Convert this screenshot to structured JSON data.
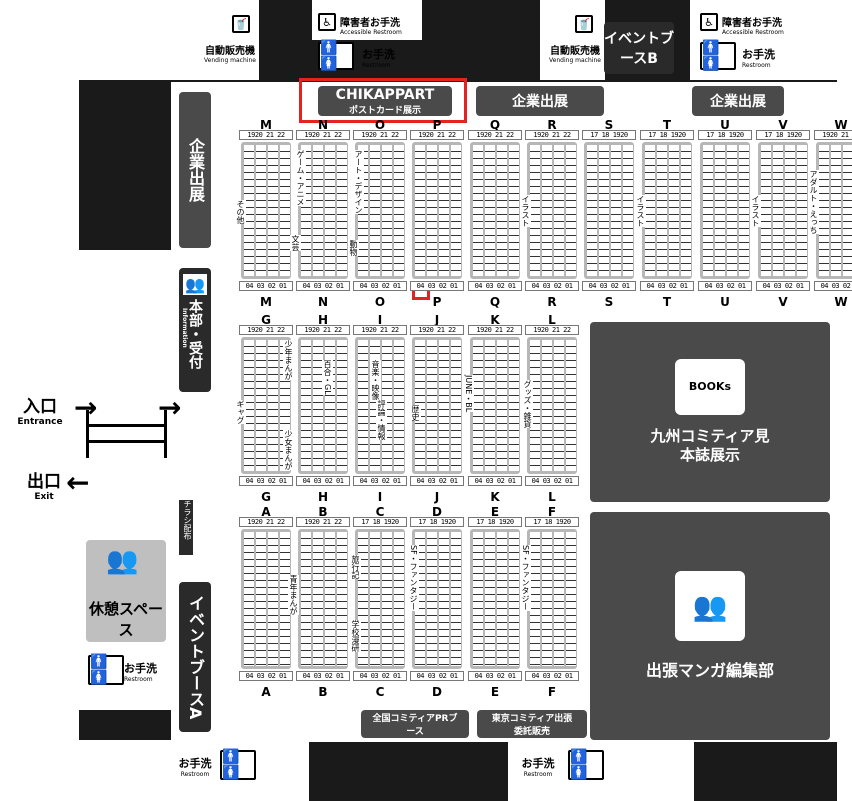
{
  "top_left": {
    "vending_label": "自動販売機",
    "vending_sub": "Vending machine",
    "accessible_label": "障害者お手洗",
    "accessible_sub": "Accessible Restroom",
    "restroom_label": "お手洗",
    "restroom_sub": "Restroom"
  },
  "top_right": {
    "vending_label": "自動販売機",
    "vending_sub": "Vending machine",
    "event_booth_b": "イベントブースB",
    "accessible_label": "障害者お手洗",
    "accessible_sub": "Accessible Restroom",
    "restroom_label": "お手洗",
    "restroom_sub": "Restroom"
  },
  "chikappart": {
    "title": "CHIKAPPART",
    "sub": "ポストカード展示"
  },
  "corporate_1": "企業出展",
  "corporate_2": "企業出展",
  "corporate_left": "企業出展",
  "info": {
    "label": "本部・受付",
    "sub": "Information"
  },
  "entrance": {
    "label": "入口",
    "sub": "Entrance"
  },
  "exit": {
    "label": "出口",
    "sub": "Exit"
  },
  "flyer": "チラシ配布",
  "rest": {
    "label": "休憩スペース"
  },
  "event_booth_a": "イベントブースA",
  "restroom_left": {
    "label": "お手洗",
    "sub": "Restroom"
  },
  "restroom_bottom_left": {
    "label": "お手洗",
    "sub": "Restroom"
  },
  "restroom_bottom_right": {
    "label": "お手洗",
    "sub": "Restroom"
  },
  "kyushu": {
    "books": "BOOKs",
    "label": "九州コミティア見本誌展示"
  },
  "manga": {
    "label": "出張マンガ編集部"
  },
  "national_pr": "全国コミティアPRブース",
  "tokyo": "東京コミティア出張委託販売",
  "rows": {
    "top": [
      "M",
      "N",
      "O",
      "P",
      "Q",
      "R",
      "S",
      "T",
      "U",
      "V",
      "W"
    ],
    "middle": [
      "G",
      "H",
      "I",
      "J",
      "K",
      "L"
    ],
    "middle_top": [
      "M",
      "N",
      "O",
      "P",
      "Q",
      "R"
    ],
    "middle_bottom": [
      "G",
      "H",
      "I",
      "J",
      "K",
      "L"
    ],
    "bottom_top": [
      "A",
      "B",
      "C",
      "D",
      "E",
      "F"
    ],
    "bottom_bottom": [
      "A",
      "B",
      "C",
      "D",
      "E",
      "F"
    ],
    "top_bottom": [
      "T",
      "U",
      "V",
      "W"
    ]
  },
  "genres": {
    "m_left": "その他",
    "n_mid": "ゲーム・アニメ",
    "n_bot": "文芸",
    "o_mid": "アート・デザイン",
    "o_bot": "動物",
    "r_mid": "イラスト",
    "t_mid": "イラスト",
    "v_mid": "イラスト",
    "w_mid": "アダルト・えっち",
    "g_left": "ギャグ",
    "h_top": "少年まんが",
    "h_bot": "少女まんが",
    "h_mid": "百合・GL",
    "i_top": "音楽・映像",
    "i_mid": "評論・情報",
    "j_left": "歴史",
    "j_mid": "JUNE・BL",
    "k_mid": "グッズ・雑貨",
    "b_mid": "青年まんが",
    "c_top": "旅行記",
    "c_bot": "学校漫研",
    "d_mid": "SF・ファンタジー",
    "e_mid": "SF・ファンタジー"
  },
  "top_nums": "1920 21 22",
  "bot_nums": "04 03 02 01",
  "alt_top_nums": "17 18 1920"
}
